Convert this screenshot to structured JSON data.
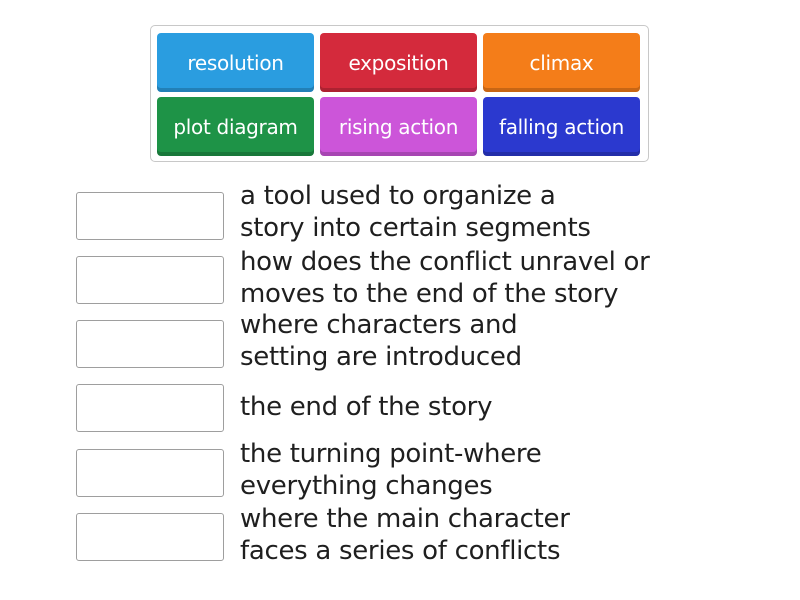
{
  "tiles": [
    {
      "label": "resolution",
      "color": "#2a9de0"
    },
    {
      "label": "exposition",
      "color": "#d42a3c"
    },
    {
      "label": "climax",
      "color": "#f47d19"
    },
    {
      "label": "plot diagram",
      "color": "#1e9347"
    },
    {
      "label": "rising action",
      "color": "#cc55d9"
    },
    {
      "label": "falling action",
      "color": "#2b39cf"
    }
  ],
  "clues": [
    {
      "line1": "a tool used to organize a",
      "line2": "story into certain segments"
    },
    {
      "line1": "how does the conflict unravel or",
      "line2": "moves to the end of the story"
    },
    {
      "line1": "where characters and",
      "line2": "setting are introduced"
    },
    {
      "line1": "the end of the story",
      "line2": ""
    },
    {
      "line1": "the turning point-where",
      "line2": "everything changes"
    },
    {
      "line1": "where the main character",
      "line2": "faces a series of conflicts"
    }
  ]
}
